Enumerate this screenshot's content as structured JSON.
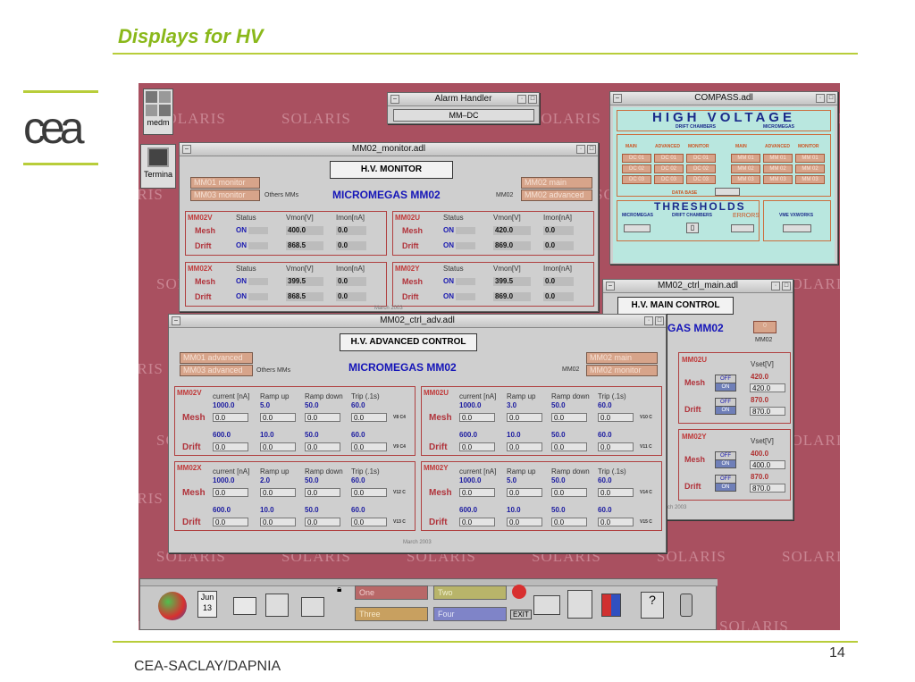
{
  "slide": {
    "title": "Displays for HV",
    "footer": "CEA-SACLAY/DAPNIA",
    "page_number": "14",
    "logo": "cea"
  },
  "desktop": {
    "watermark": "SOLARIS",
    "icon_medm": "medm",
    "icon_terminal": "Termina"
  },
  "alarm": {
    "title": "Alarm Handler",
    "button": "MM–DC"
  },
  "compass": {
    "title": "COMPASS.adl",
    "hv_title": "HIGH VOLTAGE",
    "drift_chambers": "DRIFT CHAMBERS",
    "micromegas": "MICROMEGAS",
    "hdr": [
      "MAIN",
      "ADVANCED",
      "MONITOR",
      "MAIN",
      "ADVANCED",
      "MONITOR"
    ],
    "dc": [
      "DC 01",
      "DC 02",
      "DC 03"
    ],
    "mm": [
      "MM 01",
      "MM 02",
      "MM 03"
    ],
    "data_base": "DATA BASE",
    "thresholds": "THRESHOLDS",
    "th_micromegas": "MICROMEGAS",
    "th_drift": "DRIFT CHAMBERS",
    "th_errors": "ERRORS",
    "th_vme": "VME VXWORKS"
  },
  "monitor": {
    "title": "MM02_monitor.adl",
    "panel_title": "H.V. MONITOR",
    "btn_mm01": "MM01 monitor",
    "btn_mm03": "MM03 monitor",
    "others": "Others MMs",
    "heading": "MICROMEGAS  MM02",
    "mm02_label": "MM02",
    "btn_main": "MM02 main",
    "btn_adv": "MM02 advanced",
    "date": "March 2003",
    "cols": [
      "Status",
      "Vmon[V]",
      "Imon[nA]"
    ],
    "groups": [
      {
        "name": "MM02V",
        "rows": [
          {
            "label": "Mesh",
            "status": "ON",
            "v": "400.0",
            "i": "0.0"
          },
          {
            "label": "Drift",
            "status": "ON",
            "v": "868.5",
            "i": "0.0"
          }
        ]
      },
      {
        "name": "MM02U",
        "rows": [
          {
            "label": "Mesh",
            "status": "ON",
            "v": "420.0",
            "i": "0.0"
          },
          {
            "label": "Drift",
            "status": "ON",
            "v": "869.0",
            "i": "0.0"
          }
        ]
      },
      {
        "name": "MM02X",
        "rows": [
          {
            "label": "Mesh",
            "status": "ON",
            "v": "399.5",
            "i": "0.0"
          },
          {
            "label": "Drift",
            "status": "ON",
            "v": "868.5",
            "i": "0.0"
          }
        ]
      },
      {
        "name": "MM02Y",
        "rows": [
          {
            "label": "Mesh",
            "status": "ON",
            "v": "399.5",
            "i": "0.0"
          },
          {
            "label": "Drift",
            "status": "ON",
            "v": "869.0",
            "i": "0.0"
          }
        ]
      }
    ]
  },
  "main": {
    "title": "MM02_ctrl_main.adl",
    "panel_title": "H.V. MAIN CONTROL",
    "heading": "GAS  MM02",
    "mm02_label": "MM02",
    "date": "rch 2003",
    "vset": "Vset[V]",
    "off": "OFF",
    "on": "ON",
    "groups": [
      {
        "name": "MM02U",
        "mesh_set": "420.0",
        "mesh_in": "420.0",
        "drift_set": "870.0",
        "drift_in": "870.0"
      },
      {
        "name": "MM02Y",
        "mesh_set": "400.0",
        "mesh_in": "400.0",
        "drift_set": "870.0",
        "drift_in": "870.0"
      }
    ]
  },
  "adv": {
    "title": "MM02_ctrl_adv.adl",
    "panel_title": "H.V. ADVANCED CONTROL",
    "btn_mm01": "MM01 advanced",
    "btn_mm03": "MM03 advanced",
    "others": "Others MMs",
    "heading": "MICROMEGAS  MM02",
    "mm02_label": "MM02",
    "btn_main": "MM02 main",
    "btn_mon": "MM02 monitor",
    "date": "March 2003",
    "cols": [
      "current [nA]",
      "Ramp up",
      "Ramp down",
      "Trip (.1s)"
    ],
    "groups": [
      {
        "name": "MM02V",
        "rows": [
          {
            "label": "Mesh",
            "set": [
              "1000.0",
              "5.0",
              "50.0",
              "60.0"
            ],
            "in": [
              "0.0",
              "0.0",
              "0.0",
              "0.0"
            ],
            "tag": "V8 C4"
          },
          {
            "label": "Drift",
            "set": [
              "600.0",
              "10.0",
              "50.0",
              "60.0"
            ],
            "in": [
              "0.0",
              "0.0",
              "0.0",
              "0.0"
            ],
            "tag": "V9 C4"
          }
        ]
      },
      {
        "name": "MM02U",
        "rows": [
          {
            "label": "Mesh",
            "set": [
              "1000.0",
              "3.0",
              "50.0",
              "60.0"
            ],
            "in": [
              "0.0",
              "0.0",
              "0.0",
              "0.0"
            ],
            "tag": "V10 C"
          },
          {
            "label": "Drift",
            "set": [
              "600.0",
              "10.0",
              "50.0",
              "60.0"
            ],
            "in": [
              "0.0",
              "0.0",
              "0.0",
              "0.0"
            ],
            "tag": "V11 C"
          }
        ]
      },
      {
        "name": "MM02X",
        "rows": [
          {
            "label": "Mesh",
            "set": [
              "1000.0",
              "2.0",
              "50.0",
              "60.0"
            ],
            "in": [
              "0.0",
              "0.0",
              "0.0",
              "0.0"
            ],
            "tag": "V12 C"
          },
          {
            "label": "Drift",
            "set": [
              "600.0",
              "10.0",
              "50.0",
              "60.0"
            ],
            "in": [
              "0.0",
              "0.0",
              "0.0",
              "0.0"
            ],
            "tag": "V13 C"
          }
        ]
      },
      {
        "name": "MM02Y",
        "rows": [
          {
            "label": "Mesh",
            "set": [
              "1000.0",
              "5.0",
              "50.0",
              "60.0"
            ],
            "in": [
              "0.0",
              "0.0",
              "0.0",
              "0.0"
            ],
            "tag": "V14 C"
          },
          {
            "label": "Drift",
            "set": [
              "600.0",
              "10.0",
              "50.0",
              "60.0"
            ],
            "in": [
              "0.0",
              "0.0",
              "0.0",
              "0.0"
            ],
            "tag": "V15 C"
          }
        ]
      }
    ]
  },
  "taskbar": {
    "cal_month": "Jun",
    "cal_day": "13",
    "ws": [
      "One",
      "Two",
      "Three",
      "Four"
    ],
    "exit": "EXIT"
  }
}
